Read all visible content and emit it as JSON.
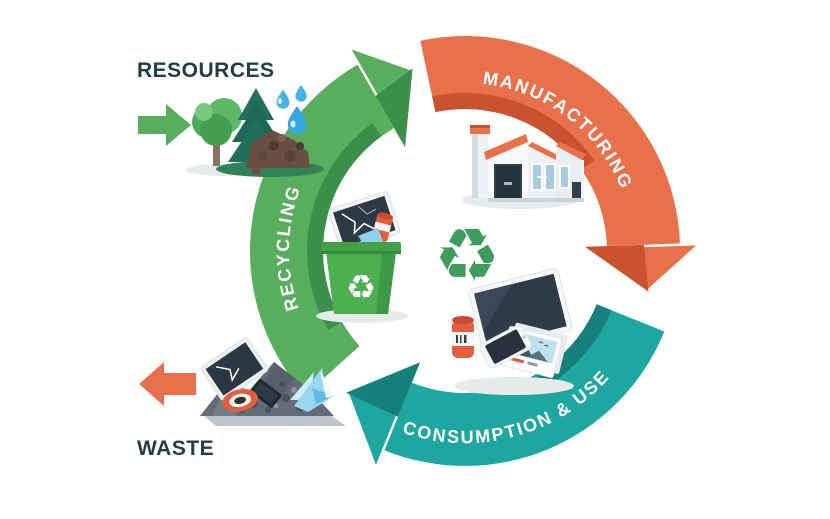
{
  "diagram": {
    "side_labels": {
      "input": "RESOURCES",
      "output": "WASTE"
    },
    "stages": [
      {
        "id": "manufacturing",
        "label": "MANUFACTURING"
      },
      {
        "id": "consumption",
        "label": "CONSUMPTION & USE"
      },
      {
        "id": "recycling",
        "label": "RECYCLING"
      }
    ],
    "glyphs": {
      "recycle_symbol": "♻"
    },
    "icons": {
      "center": "recycle-arrows-icon",
      "manufacturing": "factory-icon",
      "consumption": "electronic-devices-icon",
      "recycling": "recycle-bin-icon",
      "resources": "trees-water-minerals-icon",
      "waste": "e-waste-pile-icon",
      "resources_arrow": "arrow-right-icon",
      "waste_arrow": "arrow-left-icon"
    },
    "colors": {
      "green": "#58AE5C",
      "green_dark": "#3C8F4B",
      "orange": "#E8714B",
      "orange_dark": "#C9532F",
      "teal": "#1EA6A1",
      "teal_dark": "#15807C",
      "label_dark": "#223C48",
      "recycle_green": "#3E9C5E",
      "bin_green": "#4CAF50",
      "white": "#FFFFFF"
    }
  }
}
